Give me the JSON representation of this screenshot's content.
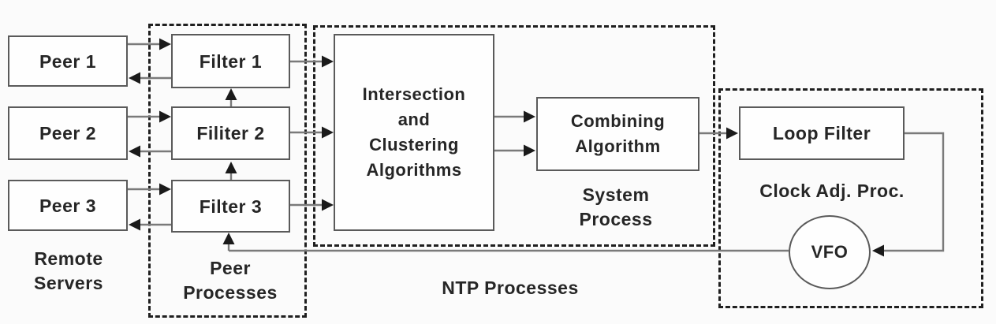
{
  "background": "#fbfbfb",
  "colors": {
    "background": "#fbfbfb",
    "box_border": "#5a5a5a",
    "box_fill": "#fefefe",
    "dashed_border": "#1f1f1f",
    "line": "#7a7a7a",
    "arrowhead": "#1a1a1a",
    "text": "#262626"
  },
  "nodes": {
    "peer1": {
      "label": "Peer 1"
    },
    "peer2": {
      "label": "Peer 2"
    },
    "peer3": {
      "label": "Peer 3"
    },
    "filter1": {
      "label": "Filter 1"
    },
    "filter2": {
      "label": "Filiter 2"
    },
    "filter3": {
      "label": "Filter 3"
    },
    "intersection": {
      "lines": [
        "Intersection",
        "and",
        "Clustering",
        "Algorithms"
      ]
    },
    "combining": {
      "lines": [
        "Combining",
        "Algorithm"
      ]
    },
    "loop_filter": {
      "label": "Loop Filter"
    },
    "vfo": {
      "label": "VFO"
    }
  },
  "labels": {
    "remote_servers": {
      "lines": [
        "Remote",
        "Servers"
      ]
    },
    "peer_processes": {
      "lines": [
        "Peer",
        "Processes"
      ]
    },
    "ntp_processes": {
      "label": "NTP Processes"
    },
    "system_process": {
      "lines": [
        "System",
        "Process"
      ]
    },
    "clock_adj": {
      "label": "Clock Adj. Proc."
    }
  }
}
